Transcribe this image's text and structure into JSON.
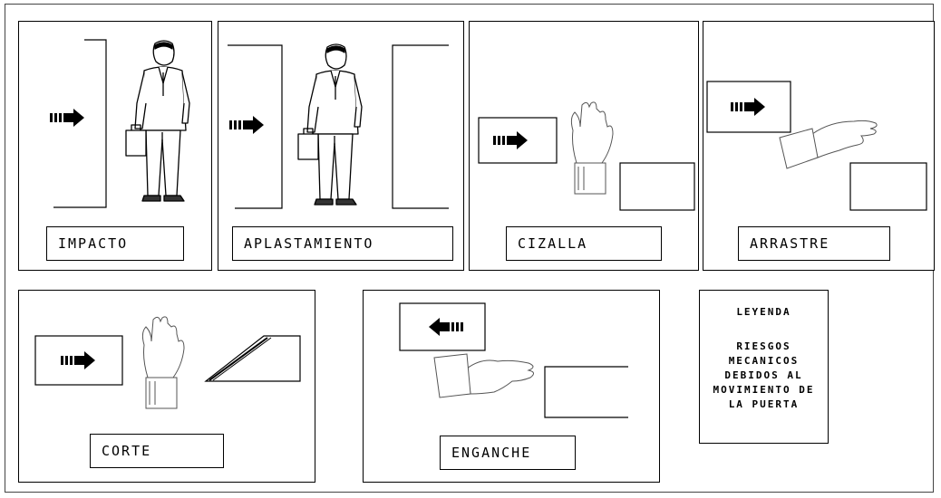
{
  "panels": {
    "impacto": "IMPACTO",
    "aplastamiento": "APLASTAMIENTO",
    "cizalla": "CIZALLA",
    "arrastre": "ARRASTRE",
    "corte": "CORTE",
    "enganche": "ENGANCHE"
  },
  "legend": {
    "title": "LEYENDA",
    "body": "RIESGOS MECANICOS DEBIDOS AL MOVIMIENTO DE LA PUERTA"
  }
}
